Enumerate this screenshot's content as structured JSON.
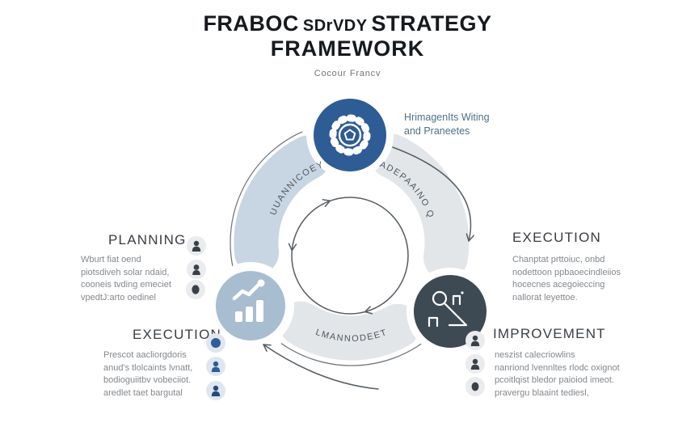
{
  "title": {
    "part1": "FRABOC",
    "part2": "SDrVDY",
    "part3": "STRATEGY",
    "line2": "FRAMEWORK",
    "subtitle": "Cocour Francv"
  },
  "ring": {
    "label_upper_left": "UUANNICOEY",
    "label_upper_right": "ADEPAAINO Q",
    "label_bottom": "LMANNODEET",
    "top_node_caption_line1": "HrimagenIts Witing",
    "top_node_caption_line2": "and Praneetes",
    "node_icons": {
      "top": "sun-gear-icon",
      "left": "bar-chart-trend-icon",
      "right": "search-analytics-icon"
    }
  },
  "sections": {
    "planning": {
      "heading": "PLANNING",
      "lines": [
        "Wburt fiat oend",
        "piotsdiveh solar ndaid,",
        "cooneis tvding emeciet",
        "vpedtJ:arto oedinel"
      ]
    },
    "execution_right": {
      "heading": "EXECUTION",
      "lines": [
        "Chanptat prttoiuc, onbd",
        "nodettoon ppbaoecindleiios",
        "hocecnes acegoieccing",
        "nallorat leyettoe."
      ]
    },
    "execution_bottom": {
      "heading": "EXECUTION",
      "lines": [
        "Prescot aacliorgdoris",
        "anud's tlolcaints lvnatt,",
        "bodioguiitbv vobeciiot.",
        "aredlet taet bargutal"
      ]
    },
    "improvement": {
      "heading": "IMPROVEMENT",
      "lines": [
        "neszist calecriowlins",
        "nanriond lvennltes rlodc oxignot",
        "pcoitlqist bledor paioiod imeot.",
        "pravergu blaaint tediesl,"
      ]
    }
  },
  "colors": {
    "node_blue": "#2e5c95",
    "node_light_blue": "#a9bdd1",
    "node_dark": "#3d4953",
    "ring_gray": "#e3e6e9",
    "ring_blue": "#c8d5e2",
    "caption_slate": "#4d7186",
    "heading_text": "#393e44",
    "body_text": "#83888d"
  }
}
